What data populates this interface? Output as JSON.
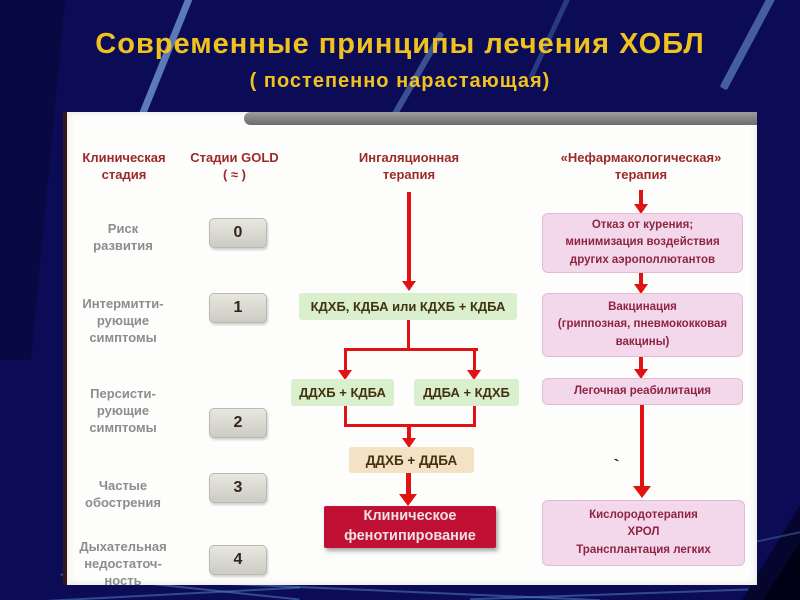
{
  "title": {
    "line1": "Современные принципы лечения ХОБЛ",
    "line2": "( постепенно нарастающая)"
  },
  "headers": {
    "clinical_stage": "Клиническая\nстадия",
    "gold_stages": "Стадии GOLD\n( ≈ )",
    "inhalation": "Ингаляционная\nтерапия",
    "non_pharm": "«Нефармакологическая»\nтерапия"
  },
  "clinical_rows": [
    {
      "label": "Риск\nразвития",
      "stage": "0"
    },
    {
      "label": "Интермитти-\nрующие\nсимптомы",
      "stage": "1"
    },
    {
      "label": "Персисти-\nрующие\nсимптомы",
      "stage": "2"
    },
    {
      "label": "Частые\nобострения",
      "stage": "3"
    },
    {
      "label": "Дыхательная\nнедостаточ-\nность",
      "stage": "4"
    }
  ],
  "inhalation_flow": {
    "step1": "КДХБ, КДБА или КДХБ + КДБА",
    "step2a": "ДДХБ +  КДБА",
    "step2b": "ДДБА + КДХБ",
    "step3": "ДДХБ  + ДДБА",
    "step4": "Клиническое\nфенотипирование"
  },
  "non_pharm_flow": {
    "step1": "Отказ от курения;\nминимизация воздействия\nдругих аэрополлютантов",
    "step2": "Вакцинация\n(гриппозная, пневмококковая\nвакцины)",
    "step3": "Легочная реабилитация",
    "step4": "Кислородотерапия\nХРОЛ\nТрансплантация легких",
    "stray_mark": "`"
  },
  "colors": {
    "background_navy": "#0b0b56",
    "title_yellow": "#f0c21e",
    "header_dark_red": "#9b2a2a",
    "row_label_gray": "#8d8d8d",
    "arrow_red": "#e01212",
    "box_green": "#d9efcd",
    "box_tan": "#f3e2c4",
    "box_crimson": "#c01134",
    "box_pink": "#f3d8ec",
    "stage_box_gray": "#d9d9d1",
    "panel_white": "#fdfdfc"
  }
}
